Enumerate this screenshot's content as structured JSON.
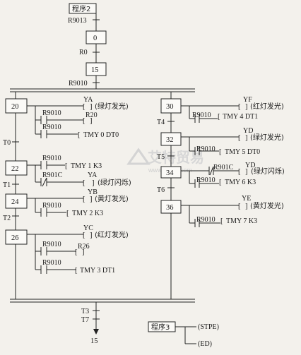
{
  "title": "程序2",
  "title2": "程序3",
  "init": {
    "contact_top": "R9013",
    "step0": "0",
    "r0": "R0",
    "step15": "15",
    "contact_r9010": "R9010"
  },
  "left": {
    "s20": "20",
    "ya1": "YA",
    "ya1_desc": "(绿灯发光)",
    "c20a": "R9010",
    "r20": "R20",
    "c20b": "R9010",
    "tmy0": "TMY  0  DT0",
    "t0": "T0",
    "s22": "22",
    "c22a": "R9010",
    "tmy1": "TMY  1  K3",
    "c22b": "R901C",
    "ya2": "YA",
    "ya2_desc": "(绿灯闪烁)",
    "t1": "T1",
    "s24": "24",
    "yb": "YB",
    "yb_desc": "(黄灯发光)",
    "c24": "R9010",
    "tmy2": "TMY  2  K3",
    "t2": "T2",
    "s26": "26",
    "yc": "YC",
    "yc_desc": "(红灯发光)",
    "c26a": "R9010",
    "r26": "R26",
    "c26b": "R9010",
    "tmy3": "TMY  3  DT1"
  },
  "right": {
    "s30": "30",
    "yf": "YF",
    "yf_desc": "(红灯发光)",
    "c30": "R9010",
    "tmy4": "TMY  4  DT1",
    "t4": "T4",
    "s32": "32",
    "yd1": "YD",
    "yd1_desc": "(绿灯发光)",
    "c32": "R9010",
    "tmy5": "TMY  5  DT0",
    "t5": "T5",
    "s34": "34",
    "c34a": "R901C",
    "yd2": "YD",
    "yd2_desc": "(绿灯闪烁)",
    "c34b": "R9010",
    "tmy6": "TMY  6  K3",
    "t6": "T6",
    "s36": "36",
    "ye": "YE",
    "ye_desc": "(黄灯发光)",
    "c36": "R9010",
    "tmy7": "TMY  7  K3"
  },
  "end": {
    "t3": "T3",
    "t7": "T7",
    "step15": "15",
    "stpe": "(STPE)",
    "ed": "(ED)"
  },
  "watermark": {
    "text": "艾特贸易",
    "url": "www.aitmy.com"
  }
}
